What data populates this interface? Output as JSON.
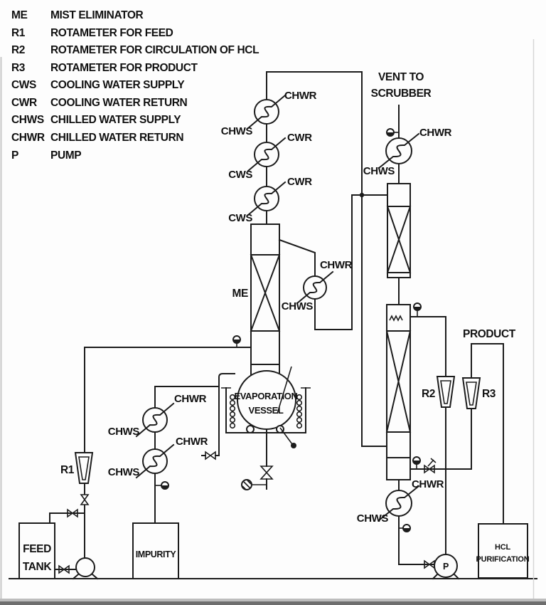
{
  "legend": {
    "rows": [
      {
        "abbr": "ME",
        "desc": "MIST ELIMINATOR"
      },
      {
        "abbr": "R1",
        "desc": "ROTAMETER FOR FEED"
      },
      {
        "abbr": "R2",
        "desc": "ROTAMETER FOR CIRCULATION OF HCL"
      },
      {
        "abbr": "R3",
        "desc": "ROTAMETER FOR PRODUCT"
      },
      {
        "abbr": "CWS",
        "desc": "COOLING WATER SUPPLY"
      },
      {
        "abbr": "CWR",
        "desc": "COOLING WATER RETURN"
      },
      {
        "abbr": "CHWS",
        "desc": "CHILLED WATER SUPPLY"
      },
      {
        "abbr": "CHWR",
        "desc": "CHILLED WATER RETURN"
      },
      {
        "abbr": "P",
        "desc": "PUMP"
      }
    ]
  },
  "streams": {
    "chws": "CHWS",
    "chwr": "CHWR",
    "cws": "CWS",
    "cwr": "CWR"
  },
  "labels": {
    "vent1": "VENT TO",
    "vent2": "SCRUBBER",
    "product": "PRODUCT",
    "me": "ME",
    "r1": "R1",
    "r2": "R2",
    "r3": "R3",
    "pump": "P",
    "evap1": "EVAPORATION",
    "evap2": "VESSEL",
    "feed1": "FEED",
    "feed2": "TANK",
    "impurity": "IMPURITY",
    "hcl1": "HCL",
    "hcl2": "PURIFICATION"
  },
  "colors": {
    "line": "#1c1c1c",
    "text": "#111111",
    "background": "#fdfdfd"
  }
}
